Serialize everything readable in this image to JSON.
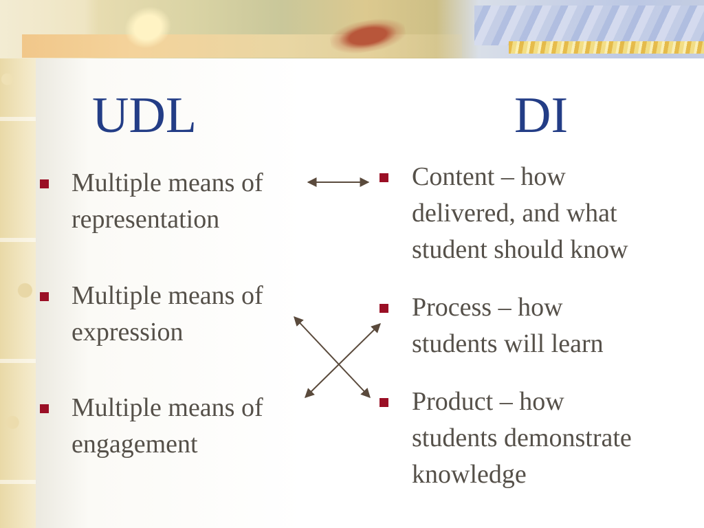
{
  "slide": {
    "headings": {
      "left": "UDL",
      "right": "DI"
    },
    "udl_items": [
      {
        "line1": "Multiple means of",
        "line2": "representation"
      },
      {
        "line1": "Multiple means of",
        "line2": "expression"
      },
      {
        "line1": "Multiple means of",
        "line2": "engagement"
      }
    ],
    "di_items": [
      {
        "line1": "Content – how",
        "line2": "delivered, and what",
        "line3": "student should know"
      },
      {
        "line1": "Process – how",
        "line2": "students will learn"
      },
      {
        "line1": "Product – how",
        "line2": "students demonstrate",
        "line3": "knowledge"
      }
    ],
    "colors": {
      "heading": "#233d86",
      "body_text": "#555049",
      "bullet": "#9a0f25",
      "arrow": "#5a4a3c"
    }
  }
}
